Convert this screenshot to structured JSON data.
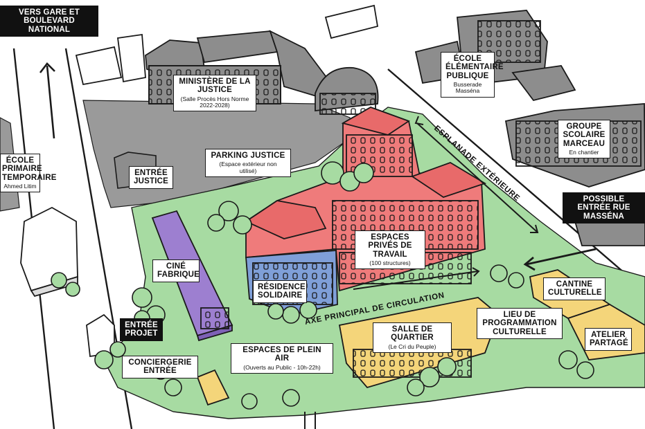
{
  "colors": {
    "green_zone": "#a7dba2",
    "grey_zone": "#9a9a9a",
    "building_grey": "#8d8d8d",
    "red_building": "#ef7b7b",
    "blue_building": "#7f9fd8",
    "purple_building": "#9d7fd0",
    "yellow_building": "#f4d57a",
    "outline": "#1a1a1a"
  },
  "labels": {
    "vers_gare": {
      "title": "VERS GARE ET BOULEVARD NATIONAL"
    },
    "ministere": {
      "title": "MINISTÈRE DE LA JUSTICE",
      "subtitle": "(Salle Procès Hors Norme 2022-2028)"
    },
    "ecole_elementaire": {
      "title": "ÉCOLE ÉLÉMENTAIRE PUBLIQUE",
      "subtitle": "Busserade Masséna"
    },
    "ecole_primaire": {
      "title": "ÉCOLE PRIMAIRE TEMPORAIRE",
      "subtitle": "Ahmed Litim"
    },
    "entree_justice": {
      "title": "ENTRÉE JUSTICE"
    },
    "parking_justice": {
      "title": "PARKING JUSTICE",
      "subtitle": "(Espace extérieur non utilisé)"
    },
    "groupe_scolaire": {
      "title": "GROUPE SCOLAIRE MARCEAU",
      "subtitle": "En chantier"
    },
    "possible_entree": {
      "title": "POSSIBLE ENTRÉE RUE MASSÉNA"
    },
    "espaces_prives": {
      "title": "ESPACES PRIVÉS DE TRAVAIL",
      "subtitle": "(100 structures)"
    },
    "cine_fabrique": {
      "title": "CINÉ FABRIQUE"
    },
    "residence": {
      "title": "RÉSIDENCE SOLIDAIRE"
    },
    "cantine": {
      "title": "CANTINE CULTURELLE"
    },
    "lieu_programmation": {
      "title": "LIEU DE PROGRAMMATION CULTURELLE"
    },
    "entree_projet": {
      "title": "ENTRÉE PROJET"
    },
    "salle_quartier": {
      "title": "SALLE DE QUARTIER",
      "subtitle": "(Le Cri du Peuple)"
    },
    "atelier": {
      "title": "ATELIER PARTAGÉ"
    },
    "espaces_plein_air": {
      "title": "ESPACES DE PLEIN AIR",
      "subtitle": "(Ouverts au Public - 10h-22h)"
    },
    "conciergerie": {
      "title": "CONCIERGERIE ENTRÉE"
    }
  },
  "paths": {
    "esplanade": "ESPLANADE EXTÉRIEURE",
    "axe_principal": "AXE PRINCIPAL DE CIRCULATION"
  }
}
